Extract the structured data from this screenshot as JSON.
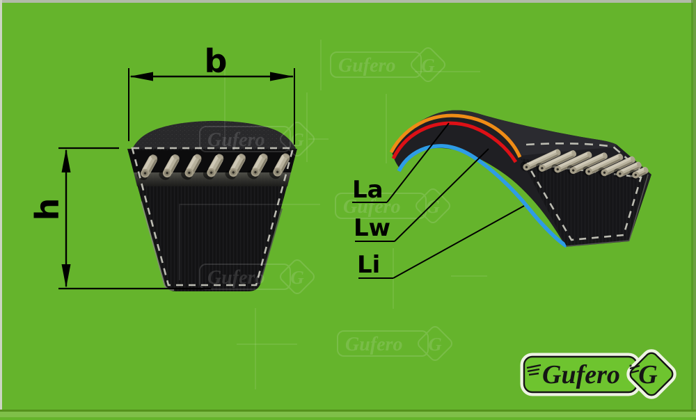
{
  "canvas": {
    "background_color": "#65b42c",
    "frame_color": "#b2bba9"
  },
  "cross_section": {
    "width_label": "b",
    "height_label": "h"
  },
  "belt_lengths": {
    "outer": {
      "label": "La",
      "color": "#ef8c16"
    },
    "pitch": {
      "label": "Lw",
      "color": "#dd1016"
    },
    "inner": {
      "label": "Li",
      "color": "#2e9ce6"
    }
  },
  "brand": {
    "name": "Gufero",
    "monogram": "G"
  },
  "watermark": {
    "text": "Gufero",
    "monogram": "G"
  }
}
